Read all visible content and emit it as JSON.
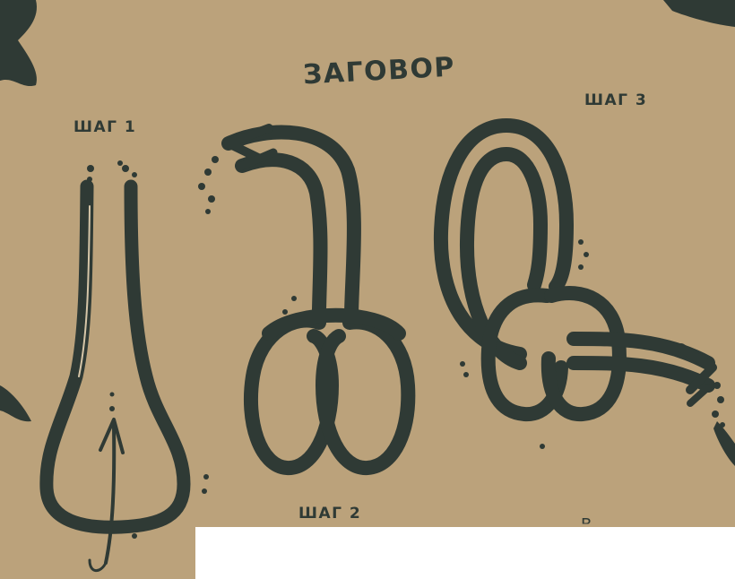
{
  "title": "ЗАГОВОР",
  "steps": [
    {
      "label": "ШАГ 1"
    },
    {
      "label": "ШАГ 2"
    },
    {
      "label": "ШАГ 3"
    }
  ],
  "stray_letter": "В",
  "colors": {
    "paper": "#bba27b",
    "ink": "#2f3a35",
    "highlight": "#d6c6a8"
  }
}
